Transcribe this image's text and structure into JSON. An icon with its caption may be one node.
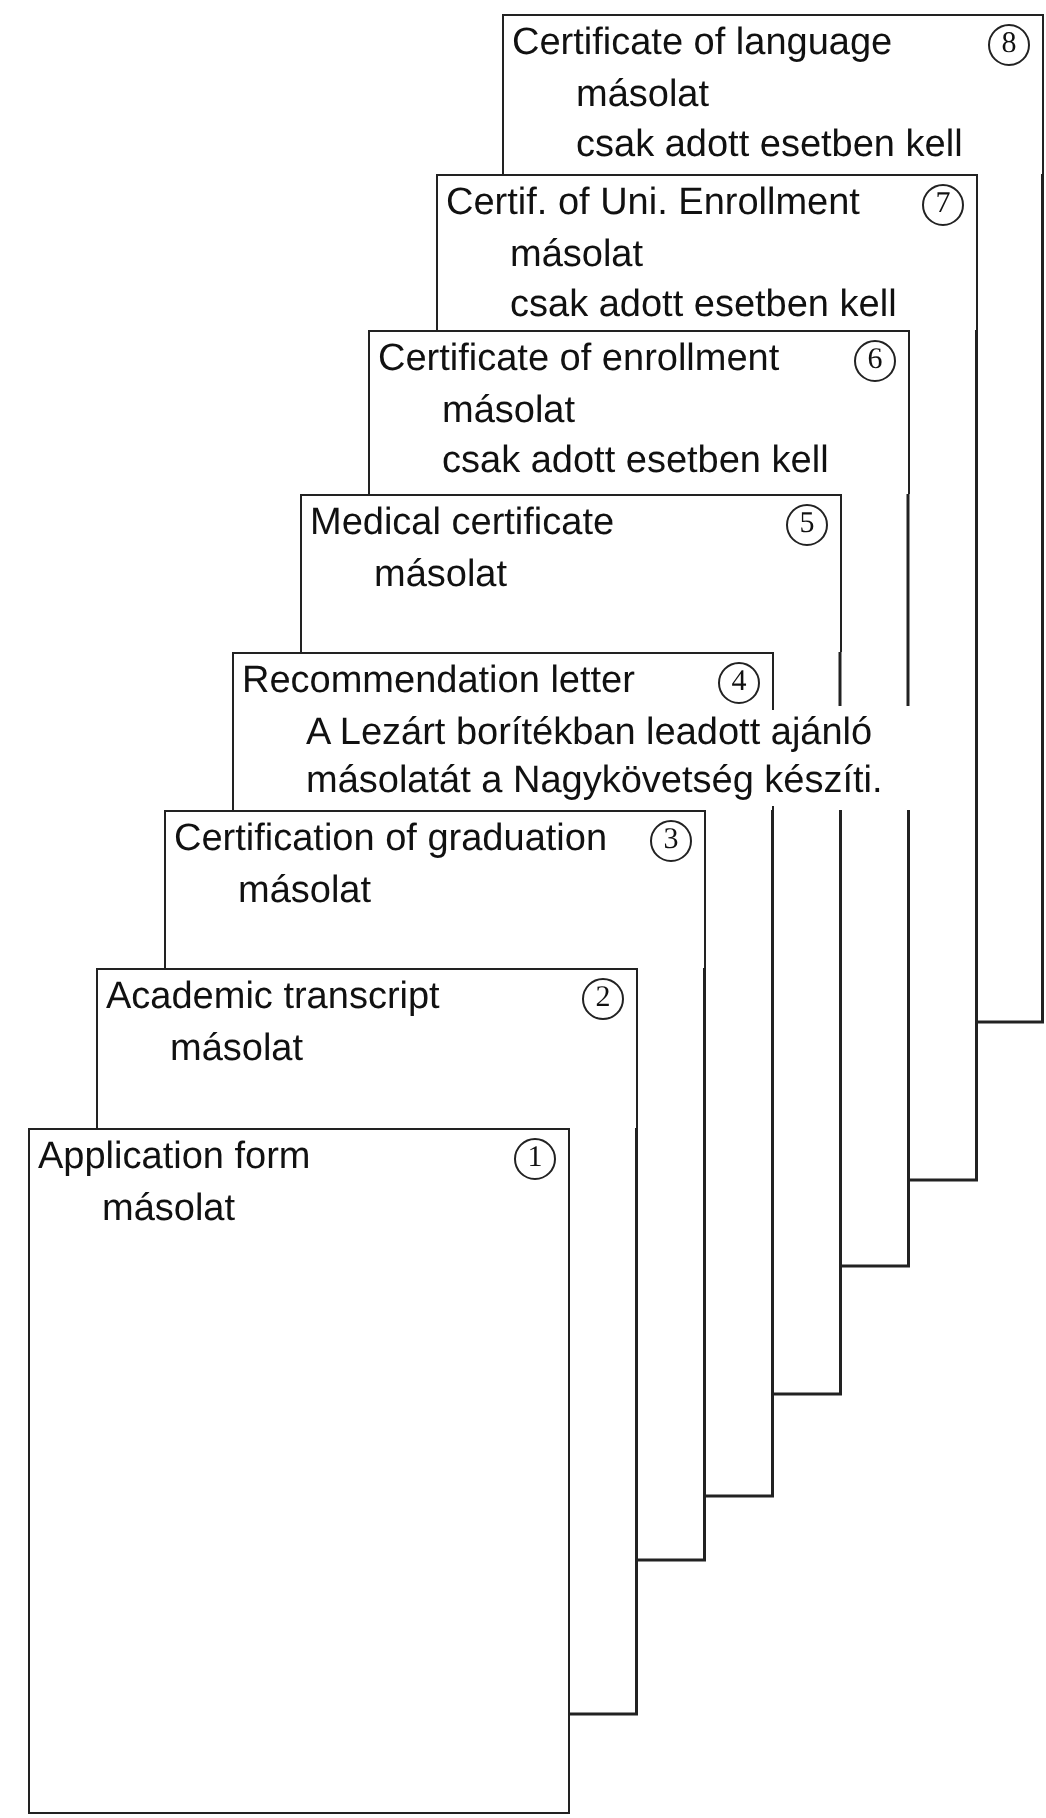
{
  "diagram": {
    "nodes": [
      {
        "text": [
          "Certificate of language",
          "8",
          "másolat",
          "csak adott esetben kell"
        ]
      },
      {
        "text": [
          "Certif. of Uni. Enrollment",
          "7",
          "másolat",
          "csak adott esetben kell"
        ]
      },
      {
        "text": [
          "Certificate of enrollment",
          "6",
          "másolat",
          "csak adott esetben kell"
        ]
      },
      {
        "text": [
          "Medical certificate",
          "5",
          "másolat"
        ]
      },
      {
        "text": [
          "Recommendation letter",
          "4",
          "A Lezárt borítékban leadott ajánló másolatát a Nagykövetség készíti."
        ]
      },
      {
        "text": [
          "Certification of graduation",
          "3",
          "másolat"
        ]
      },
      {
        "text": [
          "Academic transcript",
          "2",
          "másolat"
        ]
      },
      {
        "text": [
          "Application form",
          "1",
          "másolat"
        ]
      }
    ]
  }
}
